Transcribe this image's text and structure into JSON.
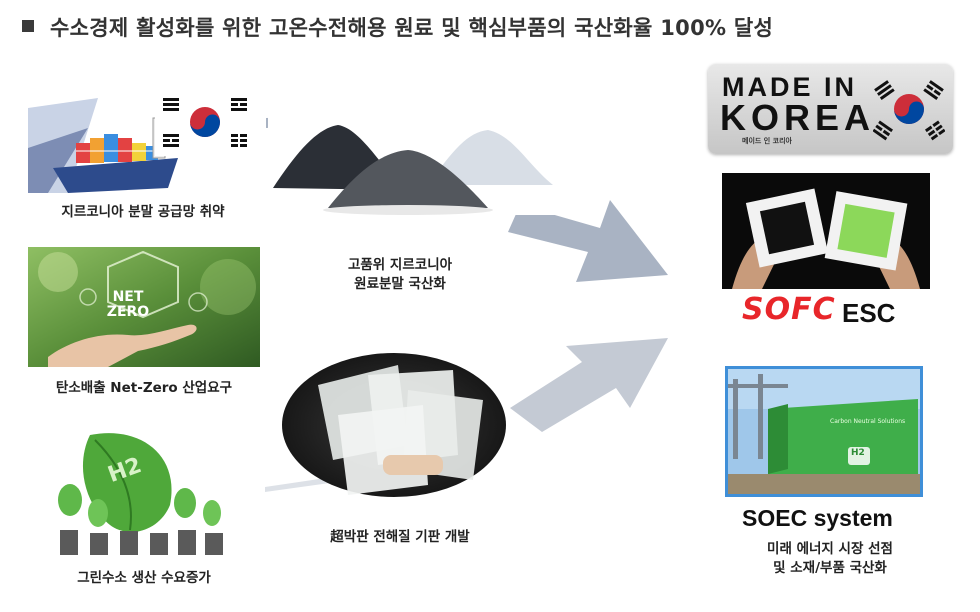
{
  "header": {
    "title": "수소경제 활성화를 위한 고온수전해용 원료 및 핵심부품의 국산화율 100% 달성"
  },
  "left_column": [
    {
      "caption": "지르코니아 분말 공급망 취약",
      "icon": "cargo-ship-korea-flag-image"
    },
    {
      "caption": "탄소배출 Net-Zero 산업요구",
      "icon": "net-zero-hand-image",
      "badge_line1": "NET",
      "badge_line2": "ZERO"
    },
    {
      "caption": "그린수소 생산 수요증가",
      "icon": "green-hydrogen-leaves-image",
      "leaf_text": "H2"
    }
  ],
  "middle_column": [
    {
      "caption_line1": "고품위 지르코니아",
      "caption_line2": "원료분말 국산화",
      "icon": "zirconia-powder-piles-image"
    },
    {
      "caption": "超박판 전해질 기판 개발",
      "icon": "thin-electrolyte-sheets-image"
    }
  ],
  "right_column": {
    "made_in_korea": {
      "line1": "MADE IN",
      "line2": "KOREA",
      "subtitle": "메이드 인 코리아"
    },
    "sofc_logo": "SOFC",
    "sofc_suffix": "ESC",
    "soec_label": "SOEC system",
    "container_text_line1": "Carbon Neutral Solutions",
    "container_badge": "H2",
    "final_caption_line1": "미래 에너지 시장 선점",
    "final_caption_line2": "및 소재/부품 국산화"
  },
  "colors": {
    "arrow": "#a9b3c3",
    "sofc_red": "#e8262a",
    "soec_frame": "#3f8fd8",
    "title": "#333333"
  }
}
